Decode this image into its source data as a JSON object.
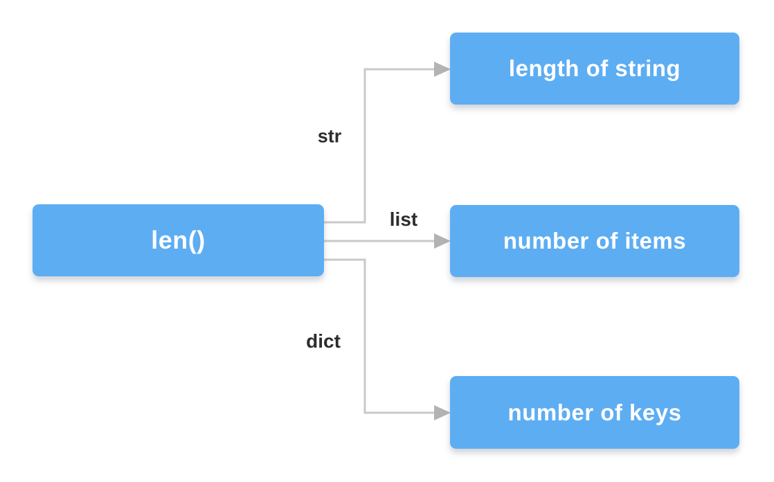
{
  "diagram": {
    "root": {
      "label": "len()"
    },
    "branches": [
      {
        "label": "str",
        "result": "length of string"
      },
      {
        "label": "list",
        "result": "number of items"
      },
      {
        "label": "dict",
        "result": "number of keys"
      }
    ],
    "colors": {
      "node_fill": "#5dadf3",
      "node_text": "#ffffff",
      "connector": "#c9c9c9",
      "arrowhead": "#b3b3b3",
      "branch_label_text": "#2d2d2d",
      "background": "#ffffff"
    }
  }
}
